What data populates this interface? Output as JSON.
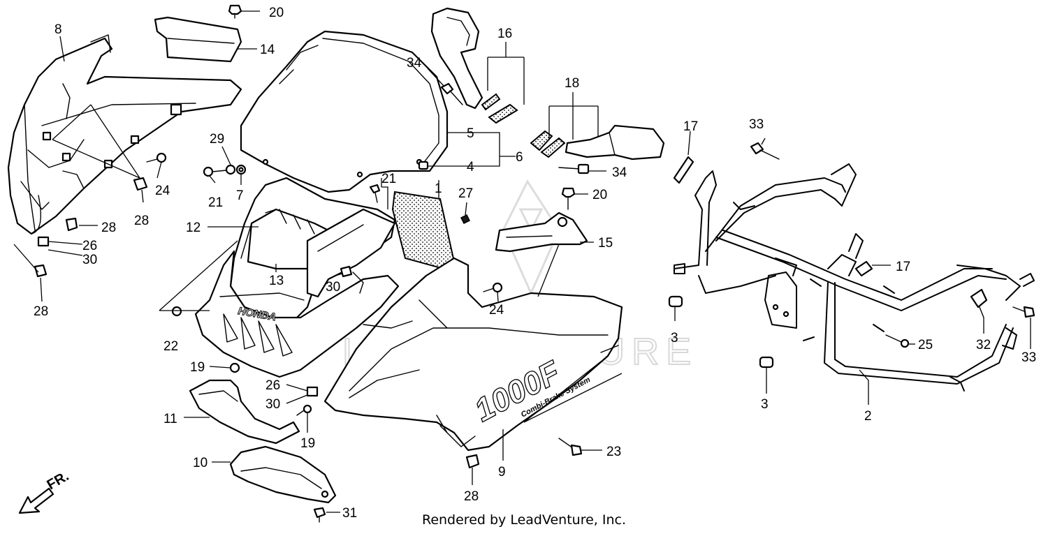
{
  "diagram": {
    "callouts": [
      {
        "id": "c-20-top",
        "text": "20"
      },
      {
        "id": "c-8",
        "text": "8"
      },
      {
        "id": "c-14",
        "text": "14"
      },
      {
        "id": "c-16",
        "text": "16"
      },
      {
        "id": "c-34-top",
        "text": "34"
      },
      {
        "id": "c-18",
        "text": "18"
      },
      {
        "id": "c-5",
        "text": "5"
      },
      {
        "id": "c-4",
        "text": "4"
      },
      {
        "id": "c-6",
        "text": "6"
      },
      {
        "id": "c-29",
        "text": "29"
      },
      {
        "id": "c-21-left",
        "text": "21"
      },
      {
        "id": "c-7",
        "text": "7"
      },
      {
        "id": "c-24-left",
        "text": "24"
      },
      {
        "id": "c-28-a",
        "text": "28"
      },
      {
        "id": "c-28-b",
        "text": "28"
      },
      {
        "id": "c-26-left",
        "text": "26"
      },
      {
        "id": "c-30-left",
        "text": "30"
      },
      {
        "id": "c-28-c",
        "text": "28"
      },
      {
        "id": "c-12",
        "text": "12"
      },
      {
        "id": "c-13",
        "text": "13"
      },
      {
        "id": "c-21-mid",
        "text": "21"
      },
      {
        "id": "c-1",
        "text": "1"
      },
      {
        "id": "c-27",
        "text": "27"
      },
      {
        "id": "c-30-mid",
        "text": "30"
      },
      {
        "id": "c-22",
        "text": "22"
      },
      {
        "id": "c-24-mid",
        "text": "24"
      },
      {
        "id": "c-34-right",
        "text": "34"
      },
      {
        "id": "c-20-right",
        "text": "20"
      },
      {
        "id": "c-15",
        "text": "15"
      },
      {
        "id": "c-17-top",
        "text": "17"
      },
      {
        "id": "c-33-top",
        "text": "33"
      },
      {
        "id": "c-17-right",
        "text": "17"
      },
      {
        "id": "c-3-a",
        "text": "3"
      },
      {
        "id": "c-25",
        "text": "25"
      },
      {
        "id": "c-32",
        "text": "32"
      },
      {
        "id": "c-33-right",
        "text": "33"
      },
      {
        "id": "c-3-b",
        "text": "3"
      },
      {
        "id": "c-2",
        "text": "2"
      },
      {
        "id": "c-19-a",
        "text": "19"
      },
      {
        "id": "c-11",
        "text": "11"
      },
      {
        "id": "c-26-mid",
        "text": "26"
      },
      {
        "id": "c-30-low",
        "text": "30"
      },
      {
        "id": "c-19-b",
        "text": "19"
      },
      {
        "id": "c-10",
        "text": "10"
      },
      {
        "id": "c-31",
        "text": "31"
      },
      {
        "id": "c-23",
        "text": "23"
      },
      {
        "id": "c-9",
        "text": "9"
      },
      {
        "id": "c-28-d",
        "text": "28"
      }
    ],
    "direction_label": "FR.",
    "decal_brand": "HONDA",
    "decal_model": "1000F",
    "decal_tagline": "Combi-Brake System",
    "watermark": "LEADVENTURE",
    "credit": "Rendered by LeadVenture, Inc."
  }
}
